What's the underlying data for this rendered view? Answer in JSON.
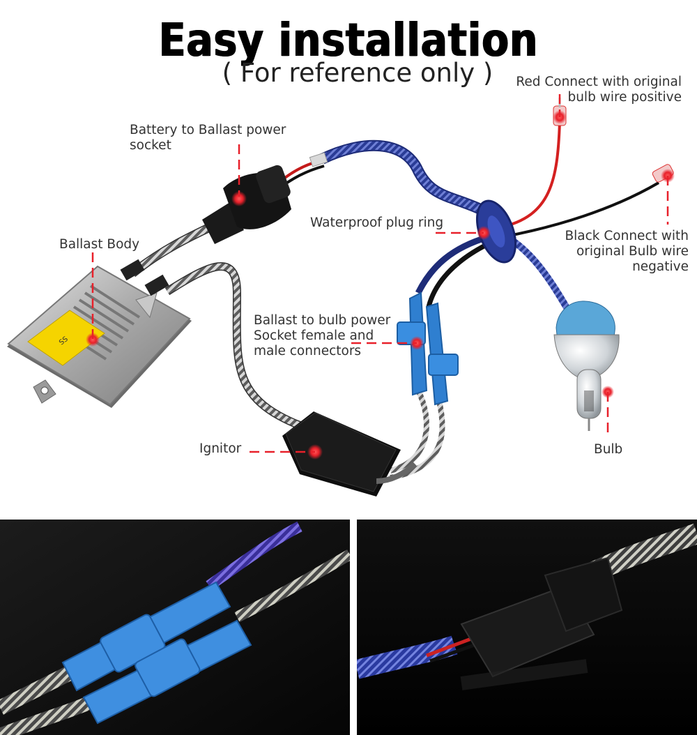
{
  "title": "Easy installation",
  "subtitle": "( For reference only )",
  "labels": {
    "battery_socket": "Battery to Ballast power\nsocket",
    "red_connect": "Red Connect with original\nbulb wire positive",
    "waterproof_ring": "Waterproof plug ring",
    "black_connect": "Black Connect with\noriginal Bulb wire\nnegative",
    "ballast_body": "Ballast Body",
    "bulb_connectors": "Ballast to bulb power\nSocket female and\nmale connectors",
    "ignitor": "Ignitor",
    "bulb": "Bulb"
  },
  "ballast_label": {
    "model": "SS"
  },
  "colors": {
    "marker": "#e8202a",
    "blue_wire": "#3a4ea8",
    "braid": "#8a8a8a",
    "connector_blue": "#2f7fd0",
    "photo_bg": "#0b0b0b"
  }
}
